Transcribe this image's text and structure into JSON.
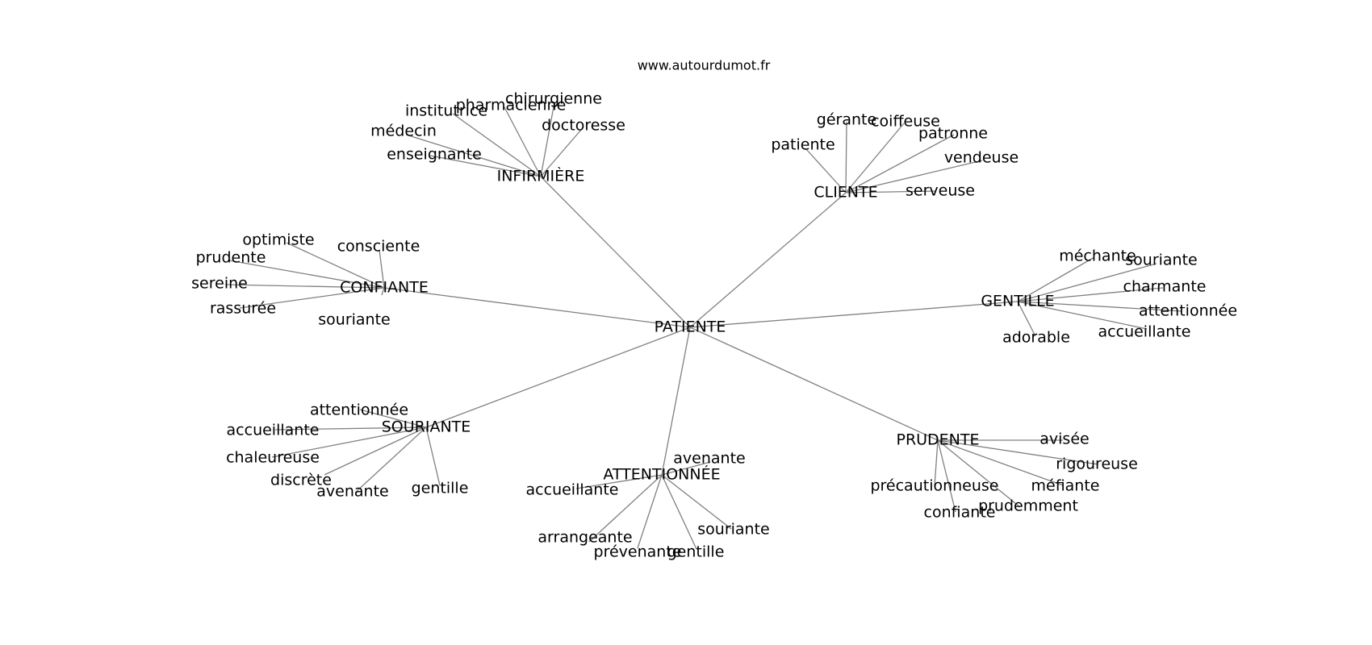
{
  "header": {
    "source": "www.autourdumot.fr"
  },
  "graph": {
    "center": "PATIENTE",
    "groups": [
      {
        "hub": "INFIRMIÈRE",
        "leaves": [
          "chirurgienne",
          "pharmacienne",
          "institutrice",
          "médecin",
          "doctoresse",
          "enseignante"
        ]
      },
      {
        "hub": "CLIENTE",
        "leaves": [
          "gérante",
          "coiffeuse",
          "patronne",
          "patiente",
          "vendeuse",
          "serveuse"
        ]
      },
      {
        "hub": "CONFIANTE",
        "leaves": [
          "optimiste",
          "consciente",
          "prudente",
          "sereine",
          "rassurée",
          "souriante"
        ]
      },
      {
        "hub": "GENTILLE",
        "leaves": [
          "méchante",
          "souriante",
          "charmante",
          "attentionnée",
          "accueillante",
          "adorable"
        ]
      },
      {
        "hub": "SOURIANTE",
        "leaves": [
          "attentionnée",
          "accueillante",
          "chaleureuse",
          "discrète",
          "avenante",
          "gentille"
        ]
      },
      {
        "hub": "ATTENTIONNÉE",
        "leaves": [
          "avenante",
          "accueillante",
          "arrangeante",
          "prévenante",
          "gentille",
          "souriante"
        ]
      },
      {
        "hub": "PRUDENTE",
        "leaves": [
          "avisée",
          "rigoureuse",
          "précautionneuse",
          "méfiante",
          "prudemment",
          "confiante"
        ]
      }
    ]
  }
}
